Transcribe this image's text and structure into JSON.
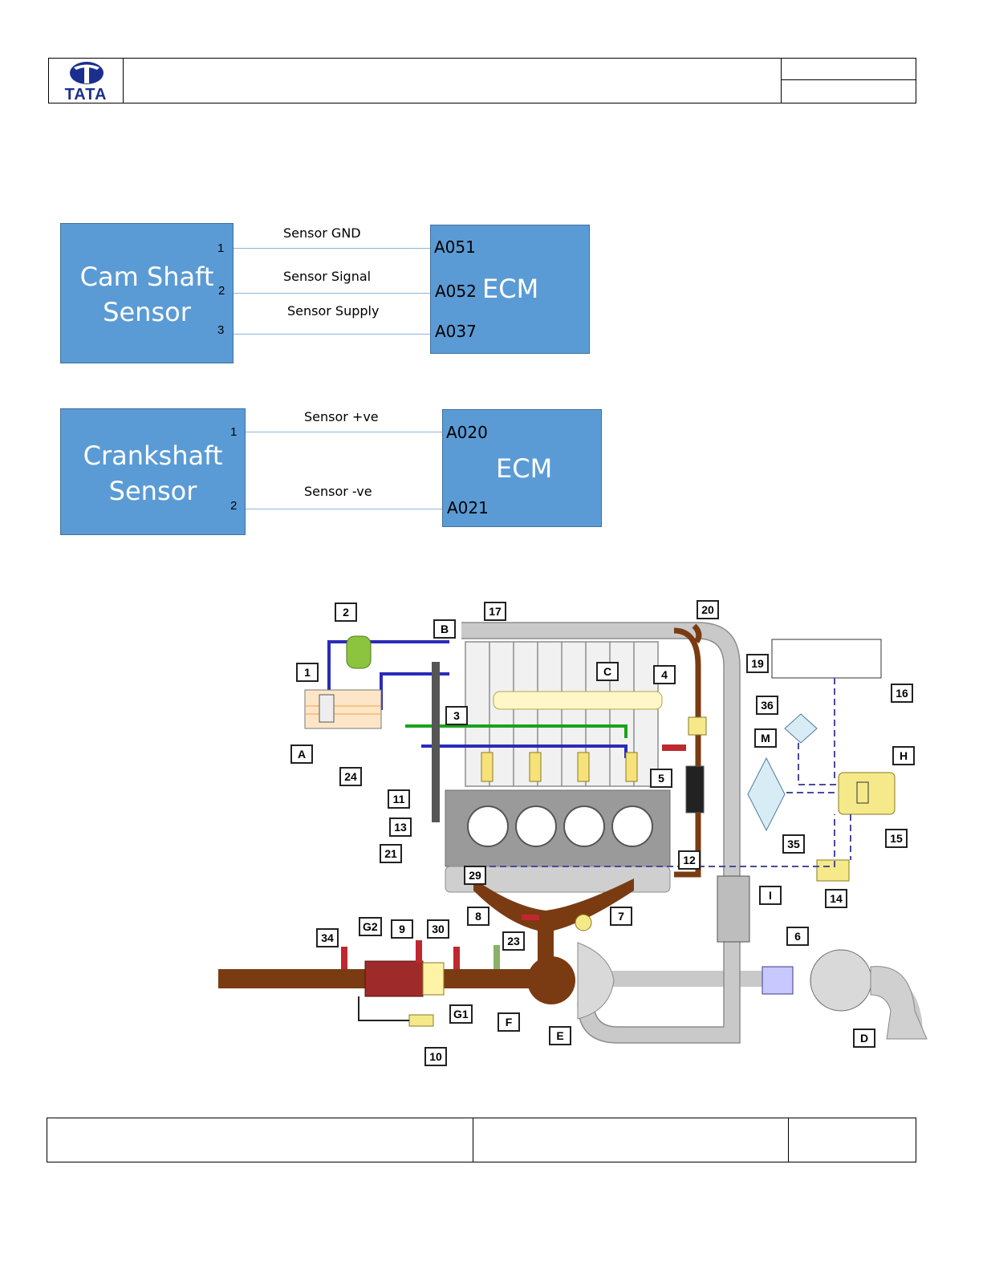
{
  "header": {
    "logo_text": "TATA",
    "title": "",
    "right_top": "",
    "right_bottom": ""
  },
  "cam_diagram": {
    "sensor_label": "Cam Shaft\nSensor",
    "ecm_label": "ECM",
    "wires": [
      {
        "pin": "1",
        "label": "Sensor GND",
        "ecm_pin": "A051"
      },
      {
        "pin": "2",
        "label": "Sensor Signal",
        "ecm_pin": "A052"
      },
      {
        "pin": "3",
        "label": "Sensor Supply",
        "ecm_pin": "A037"
      }
    ]
  },
  "crank_diagram": {
    "sensor_label": "Crankshaft\nSensor",
    "ecm_label": "ECM",
    "wires": [
      {
        "pin": "1",
        "label": "Sensor +ve",
        "ecm_pin": "A020"
      },
      {
        "pin": "2",
        "label": "Sensor -ve",
        "ecm_pin": "A021"
      }
    ]
  },
  "engine_callouts": [
    "1",
    "2",
    "3",
    "4",
    "5",
    "6",
    "7",
    "8",
    "9",
    "10",
    "11",
    "12",
    "13",
    "14",
    "15",
    "16",
    "17",
    "19",
    "20",
    "21",
    "23",
    "24",
    "29",
    "30",
    "34",
    "35",
    "36",
    "A",
    "B",
    "C",
    "D",
    "E",
    "F",
    "G1",
    "G2",
    "H",
    "I",
    "M"
  ],
  "colors": {
    "box_fill": "#5b9bd5",
    "fuel_low": "#2b2bb8",
    "fuel_return": "#1aa31a",
    "exhaust": "#7a3b12",
    "intake": "#c9c9c9"
  },
  "footer": {
    "left": "",
    "middle": "",
    "right": ""
  }
}
